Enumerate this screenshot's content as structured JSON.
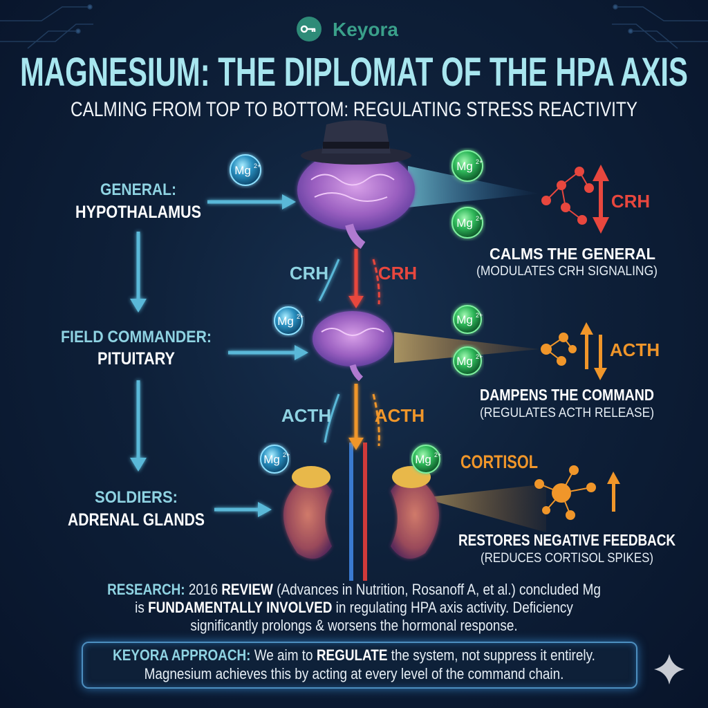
{
  "brand": {
    "name": "Keyora",
    "logo_icon": "key-icon",
    "color": "#3aa08a"
  },
  "title": "MAGNESIUM: THE DIPLOMAT OF THE HPA AXIS",
  "subtitle": "CALMING FROM TOP TO BOTTOM: REGULATING STRESS REACTIVITY",
  "levels": [
    {
      "role": "GENERAL:",
      "organ": "HYPOTHALAMUS",
      "hormone": "CRH",
      "effect": "CALMS THE GENERAL",
      "detail": "(MODULATES CRH SIGNALING)",
      "color": "#e8473e"
    },
    {
      "role": "FIELD COMMANDER:",
      "organ": "PITUITARY",
      "hormone": "ACTH",
      "effect": "DAMPENS THE COMMAND",
      "detail": "(REGULATES ACTH RELEASE)",
      "color": "#f0962a"
    },
    {
      "role": "SOLDIERS:",
      "organ": "ADRENAL GLANDS",
      "hormone": "CORTISOL",
      "effect": "RESTORES NEGATIVE FEEDBACK",
      "detail": "(REDUCES CORTISOL SPIKES)",
      "color": "#f0962a"
    }
  ],
  "flow_labels": {
    "crh_in": "CRH",
    "crh_out": "CRH",
    "acth_in": "ACTH",
    "acth_out": "ACTH"
  },
  "mg_label": "Mg",
  "mg_charge": "2+",
  "research": {
    "label": "RESEARCH:",
    "year": "2016",
    "review": "REVIEW",
    "text1": "(Advances in Nutrition, Rosanoff A, et al.) concluded Mg is",
    "bold2": "FUNDAMENTALLY INVOLVED",
    "text2": "in regulating HPA axis activity. Deficiency significantly prolongs & worsens the hormonal response."
  },
  "approach": {
    "label": "KEYORA APPROACH:",
    "text1": "We aim to",
    "bold": "REGULATE",
    "text2": "the system, not suppress it entirely.",
    "text3": "Magnesium achieves this by acting at every level of the command chain."
  },
  "colors": {
    "accent_cyan": "#a8e6ef",
    "mg_green": "#3ddc6a",
    "crh_red": "#e8473e",
    "acth_orange": "#f0962a",
    "background": "#0e2039"
  },
  "corner_icon": "sparkle-icon"
}
